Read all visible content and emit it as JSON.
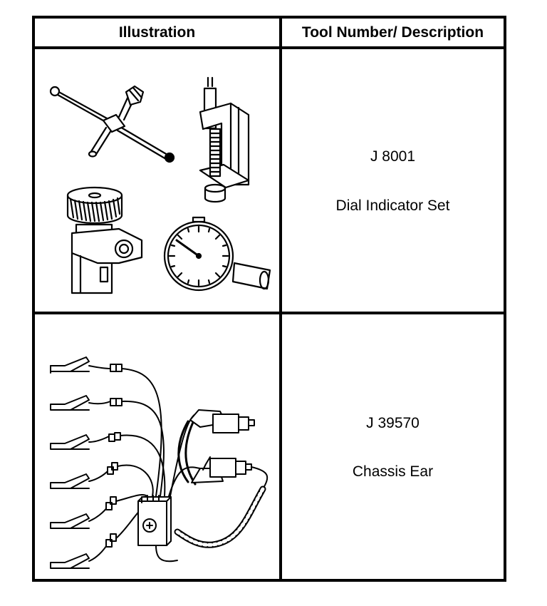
{
  "table": {
    "headers": {
      "illustration": "Illustration",
      "tool": "Tool Number/ Description"
    },
    "rows": [
      {
        "tool_number": "J 8001",
        "description": "Dial Indicator Set",
        "illustration_icon": "dial-indicator-set-illustration"
      },
      {
        "tool_number": "J 39570",
        "description": "Chassis Ear",
        "illustration_icon": "chassis-ear-illustration"
      }
    ]
  }
}
